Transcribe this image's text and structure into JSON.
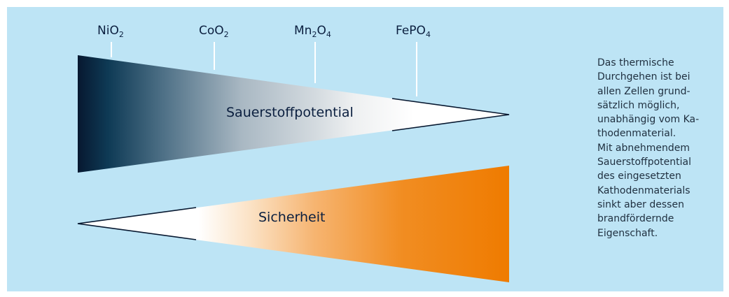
{
  "materials": [
    {
      "base": "NiO",
      "sub": "2",
      "rest_base": "",
      "rest_sub": ""
    },
    {
      "base": "CoO",
      "sub": "2",
      "rest_base": "",
      "rest_sub": ""
    },
    {
      "base": "Mn",
      "sub": "2",
      "rest_base": "O",
      "rest_sub": "4"
    },
    {
      "base": "FePO",
      "sub": "4",
      "rest_base": "",
      "rest_sub": ""
    }
  ],
  "wedges": {
    "top_label": "Sauerstoffpotential",
    "bottom_label": "Sicherheit"
  },
  "side_note": {
    "lines": [
      "Das thermische",
      "Durchgehen ist bei",
      "allen Zellen grund-",
      "sätzlich möglich,",
      "unabhängig vom Ka-",
      "thodenmaterial.",
      "Mit abnehmendem",
      "Sauerstoffpotential",
      "des eingesetzten",
      "Kathodenmaterials",
      "sinkt aber dessen",
      "brandfördernde",
      "Eigenschaft."
    ]
  },
  "colors": {
    "background": "#bde4f5",
    "top_dark": "#071830",
    "top_mid": "#a9b8c3",
    "bottom_orange": "#ef7b00",
    "text": "#0b1f3f"
  }
}
